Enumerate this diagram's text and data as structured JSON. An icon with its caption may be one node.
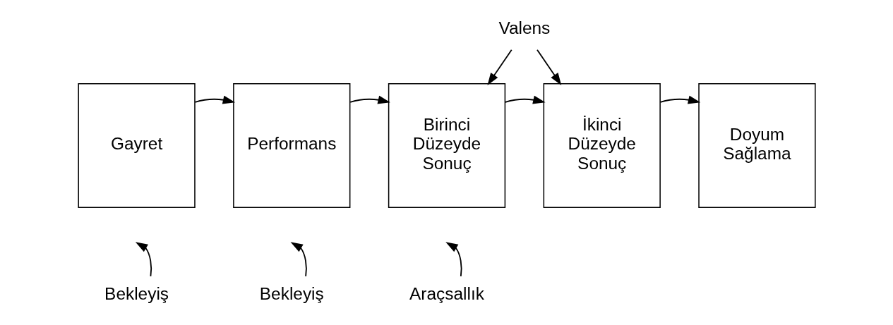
{
  "diagram": {
    "nodes": [
      {
        "text": [
          "Gayret"
        ]
      },
      {
        "text": [
          "Performans"
        ]
      },
      {
        "text": [
          "Birinci Düzeyde Sonuç"
        ]
      },
      {
        "text": [
          "İkinci Düzeyde Sonuç"
        ]
      },
      {
        "text": [
          "Doyum Sağlama"
        ]
      },
      {
        "text": [
          "Valens"
        ]
      },
      {
        "text": [
          "Bekleyiş"
        ]
      },
      {
        "text": [
          "Bekleyiş"
        ]
      },
      {
        "text": [
          "Araçsallık"
        ]
      }
    ],
    "edges": [
      {
        "from": 0,
        "to": 1,
        "arrow": "to"
      },
      {
        "from": 1,
        "to": 2,
        "arrow": "to"
      },
      {
        "from": 2,
        "to": 3,
        "arrow": "to"
      },
      {
        "from": 3,
        "to": 4,
        "arrow": "to"
      },
      {
        "from": 5,
        "to": 2,
        "arrow": "to"
      },
      {
        "from": 5,
        "to": 3,
        "arrow": "to"
      },
      {
        "from": 6,
        "to": null,
        "arrow": "to"
      },
      {
        "from": 7,
        "to": null,
        "arrow": "to"
      },
      {
        "from": 8,
        "to": null,
        "arrow": "to"
      }
    ]
  }
}
